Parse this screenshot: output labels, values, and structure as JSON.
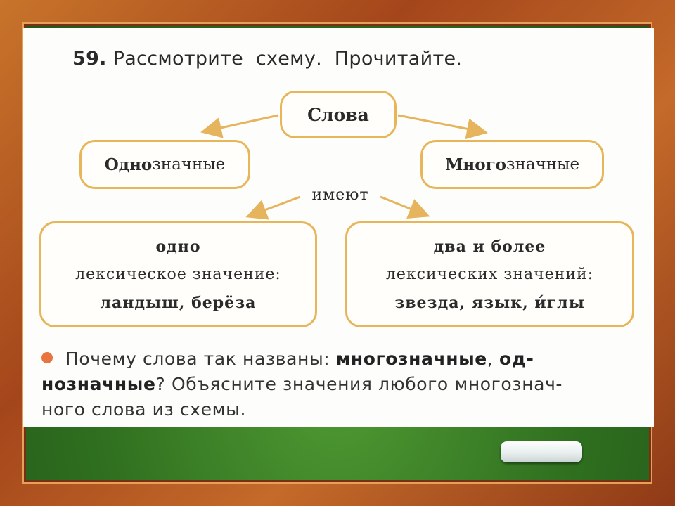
{
  "task": {
    "number": "59.",
    "instruction": "Рассмотрите  схему.  Прочитайте."
  },
  "diagram": {
    "root": "Слова",
    "left_node": {
      "bold": "Одно",
      "rest": "значные"
    },
    "right_node": {
      "bold": "Много",
      "rest": "значные"
    },
    "edge_label": "имеют",
    "left_box": {
      "line1": "одно",
      "line2": "лексическое  значение:",
      "line3": "ландыш,  берёза"
    },
    "right_box": {
      "line1": "два  и  более",
      "line2": "лексических  значений:",
      "line3": "звезда,  язык,  и́глы"
    }
  },
  "question": {
    "part1": "Почему  слова  так  названы: ",
    "bold1": "многозначные",
    "part2": ",  ",
    "bold2": "од-",
    "bold3": "нозначные",
    "part3": "?  Объясните  значения  любого  многознач-",
    "line3": "ного  слова  из  схемы."
  },
  "colors": {
    "box_border": "#e7b65a",
    "arrow": "#e6b45d",
    "bullet": "#e8743f",
    "frame": "#b65a22",
    "board": "#3f8a2a"
  }
}
